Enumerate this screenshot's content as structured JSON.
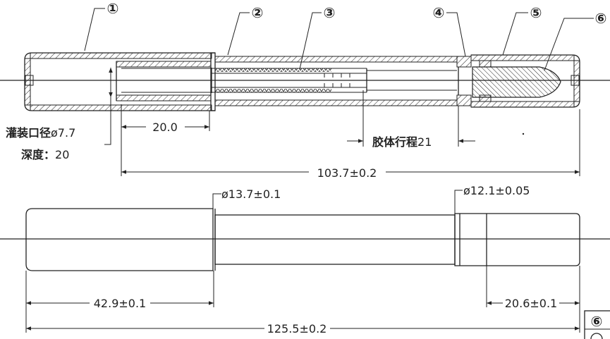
{
  "callouts": {
    "c1": "①",
    "c2": "②",
    "c3": "③",
    "c4": "④",
    "c5": "⑤",
    "c6": "⑥"
  },
  "annotations": {
    "fill_diameter_label": "灌装口径",
    "fill_diameter_value": "ø7.7",
    "depth_label": "深度：",
    "depth_value": "20",
    "glue_stroke_label": "胶体行程",
    "glue_stroke_value": "21"
  },
  "dimensions": {
    "inner_length": "20.0",
    "section_length": "103.7±0.2",
    "cap_diameter": "ø13.7±0.1",
    "body_diameter": "ø12.1±0.05",
    "cap_length": "42.9±0.1",
    "end_length": "20.6±0.1",
    "total_length": "125.5±0.2"
  },
  "parts_table": {
    "row1": "⑥"
  },
  "colors": {
    "line": "#222222",
    "background": "#ffffff"
  }
}
